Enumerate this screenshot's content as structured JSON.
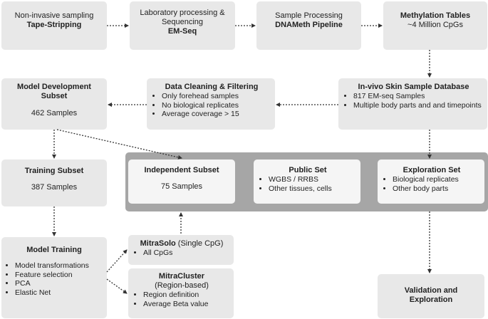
{
  "boxes": {
    "sampling": {
      "line1": "Non-invasive sampling",
      "line2": "Tape-Stripping"
    },
    "lab": {
      "line1": "Laboratory processing &",
      "line2": "Sequencing",
      "line3": "EM-Seq"
    },
    "processing": {
      "line1": "Sample Processing",
      "line2": "DNAMeth Pipeline"
    },
    "methylation": {
      "line1": "Methylation Tables",
      "line2": "~4 Million CpGs"
    },
    "model_dev": {
      "line1": "Model Development",
      "line2": "Subset",
      "line3": "462 Samples"
    },
    "cleaning": {
      "title": "Data Cleaning & Filtering",
      "items": [
        "Only forehead samples",
        "No biological replicates",
        "Average coverage > 15"
      ]
    },
    "invivo": {
      "title": "In-vivo Skin Sample Database",
      "items": [
        "817 EM-seq Samples",
        "Multiple body parts and  and timepoints"
      ]
    },
    "training": {
      "title": "Training Subset",
      "count": "387 Samples"
    },
    "independent": {
      "title": "Independent Subset",
      "count": "75 Samples"
    },
    "public": {
      "title": "Public Set",
      "items": [
        "WGBS / RRBS",
        "Other tissues, cells"
      ]
    },
    "exploration": {
      "title": "Exploration Set",
      "items": [
        "Biological replicates",
        "Other body parts"
      ]
    },
    "model_training": {
      "title": "Model Training",
      "items": [
        "Model transformations",
        "Feature selection",
        "PCA",
        "Elastic Net"
      ]
    },
    "mitrasolo": {
      "title_bold": "MitraSolo",
      "title_rest": " (Single CpG)",
      "items": [
        "All CpGs"
      ]
    },
    "mitracluster": {
      "title": "MitraCluster",
      "subtitle": "(Region-based)",
      "items": [
        "Region definition",
        "Average Beta value"
      ]
    },
    "validation": {
      "line1": "Validation and",
      "line2": "Exploration"
    }
  },
  "colors": {
    "box_fill": "#e8e8e8",
    "group_fill": "#a6a6a6",
    "inner_fill": "#f5f5f5",
    "arrow": "#333333",
    "text": "#222222"
  }
}
